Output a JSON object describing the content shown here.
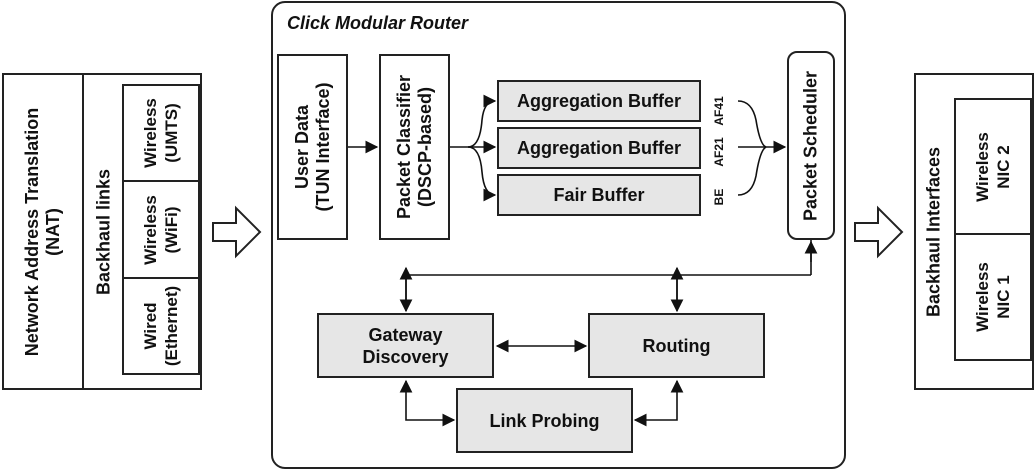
{
  "nat": {
    "line1": "Network Address Translation",
    "line2": "(NAT)"
  },
  "backhaul_links": {
    "title": "Backhaul links",
    "umts": {
      "line1": "Wireless",
      "line2": "(UMTS)"
    },
    "wifi": {
      "line1": "Wireless",
      "line2": "(WiFi)"
    },
    "ethernet": {
      "line1": "Wired",
      "line2": "(Ethernet)"
    }
  },
  "router": {
    "title": "Click Modular Router",
    "user_data": {
      "line1": "User Data",
      "line2": "(TUN Interface)"
    },
    "classifier": {
      "line1": "Packet Classifier",
      "line2": "(DSCP-based)"
    },
    "buffers": [
      {
        "label": "Aggregation Buffer",
        "tag": "AF41"
      },
      {
        "label": "Aggregation Buffer",
        "tag": "AF21"
      },
      {
        "label": "Fair Buffer",
        "tag": "BE"
      }
    ],
    "scheduler": "Packet Scheduler",
    "gateway": {
      "line1": "Gateway",
      "line2": "Discovery"
    },
    "routing": "Routing",
    "link_probing": "Link Probing"
  },
  "backhaul_interfaces": {
    "title": "Backhaul Interfaces",
    "nic2": {
      "line1": "Wireless",
      "line2": "NIC 2"
    },
    "nic1": {
      "line1": "Wireless",
      "line2": "NIC 1"
    }
  }
}
